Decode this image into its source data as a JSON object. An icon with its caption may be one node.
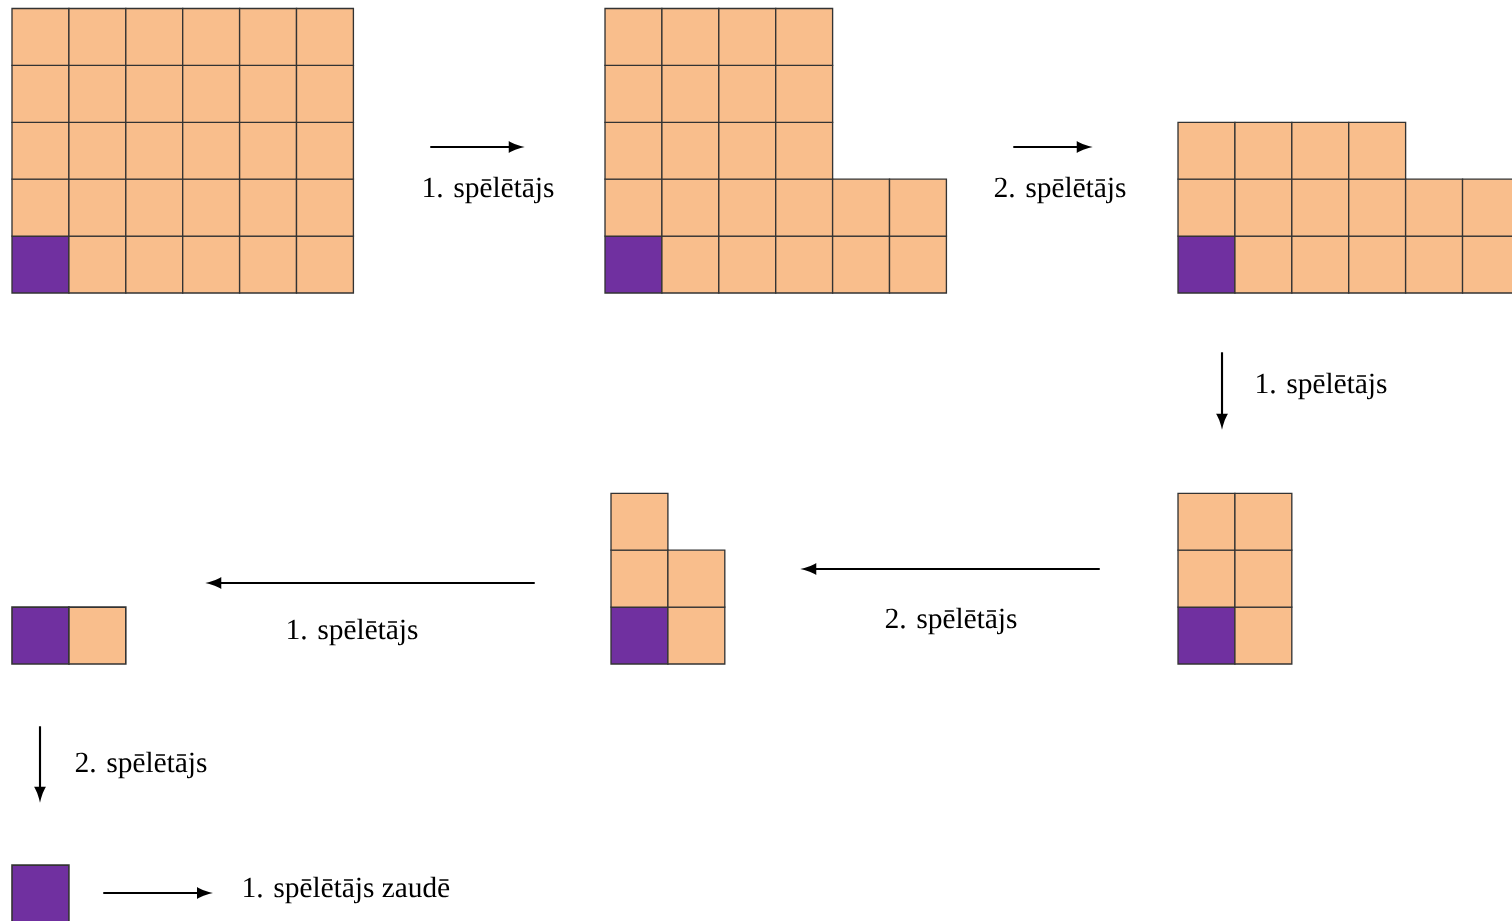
{
  "diagram": {
    "nodes": [
      {
        "text": [],
        "shape": "picture"
      },
      {
        "text": [],
        "shape": "picture"
      },
      {
        "text": [],
        "shape": "picture"
      },
      {
        "text": [],
        "shape": "picture"
      },
      {
        "text": [],
        "shape": "picture"
      },
      {
        "text": [],
        "shape": "box"
      },
      {
        "text": [],
        "shape": "box"
      },
      {
        "text": [
          "1. spēlētājs zaudē"
        ]
      }
    ],
    "edges": [
      {
        "from": 0,
        "to": 1,
        "arrow": "to",
        "label": "1. spēlētājs"
      },
      {
        "from": 1,
        "to": 2,
        "arrow": "to",
        "label": "2. spēlētājs"
      },
      {
        "from": 2,
        "to": 3,
        "arrow": "to",
        "label": "1. spēlētājs"
      },
      {
        "from": 3,
        "to": 4,
        "arrow": "to",
        "label": "2. spēlētājs"
      },
      {
        "from": 4,
        "to": 5,
        "arrow": "to",
        "label": "1. spēlētājs"
      },
      {
        "from": 5,
        "to": 6,
        "arrow": "to",
        "label": "2. spēlētājs"
      },
      {
        "from": 6,
        "to": 7,
        "arrow": "to"
      }
    ]
  }
}
